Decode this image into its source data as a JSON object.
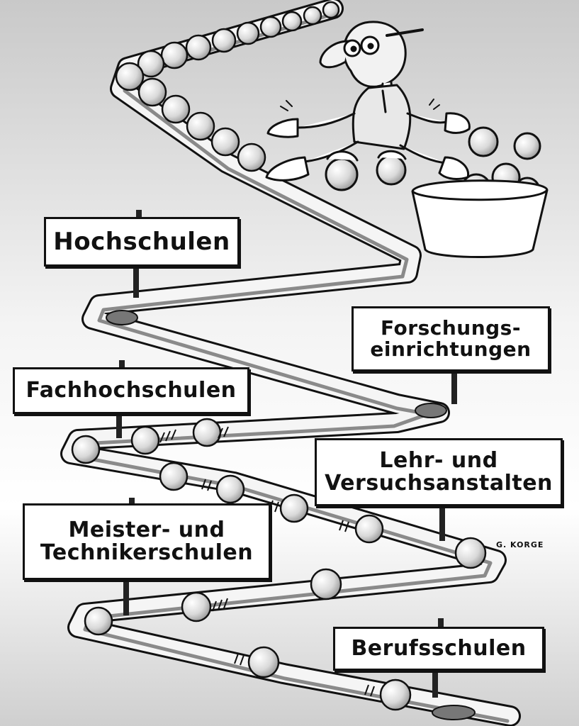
{
  "signs": {
    "hochschulen": [
      "Hochschulen"
    ],
    "forschung": [
      "Forschungs-",
      "einrichtungen"
    ],
    "fachhochschulen": [
      "Fachhochschulen"
    ],
    "lehr": [
      "Lehr- und",
      "Versuchsanstalten"
    ],
    "meister": [
      "Meister- und",
      "Technikerschulen"
    ],
    "berufs": [
      "Berufsschulen"
    ]
  },
  "signature": "G. KORGE",
  "colors": {
    "ink": "#111111",
    "ball": "#dcdcdc",
    "track": "#f5f5f5",
    "shadow": "#8a8a8a"
  }
}
